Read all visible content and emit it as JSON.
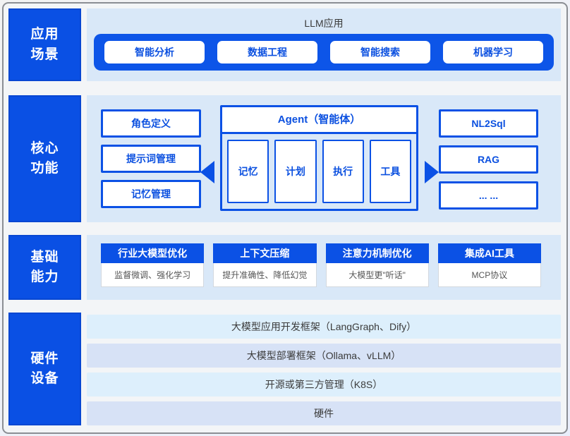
{
  "colors": {
    "accent_blue": "#0b51e5",
    "left_box_fill": "#0a50e4",
    "panel_background": "#d9e8f8",
    "bar_blue": "#0d55e8",
    "stack_bar_light": "#ddeffc",
    "stack_bar_dark": "#d7e2f6",
    "dark_text": "#3b3b3b",
    "gray_text": "#555555"
  },
  "left_column": [
    {
      "label": "应用\n场景"
    },
    {
      "label": "核心\n功能"
    },
    {
      "label": "基础\n能力"
    },
    {
      "label": "硬件\n设备"
    }
  ],
  "row1": {
    "title": "LLM应用",
    "buttons": [
      "智能分析",
      "数据工程",
      "智能搜索",
      "机器学习"
    ]
  },
  "row2": {
    "left_boxes": [
      "角色定义",
      "提示词管理",
      "记忆管理"
    ],
    "agent": {
      "title": "Agent（智能体）",
      "parts": [
        "记忆",
        "计划",
        "执行",
        "工具"
      ]
    },
    "right_boxes": [
      "NL2Sql",
      "RAG",
      "... ..."
    ]
  },
  "row3": {
    "cards": [
      {
        "title": "行业大模型优化",
        "desc": "监督微调、强化学习"
      },
      {
        "title": "上下文压缩",
        "desc": "提升准确性、降低幻觉"
      },
      {
        "title": "注意力机制优化",
        "desc": "大模型更\"听话\""
      },
      {
        "title": "集成AI工具",
        "desc": "MCP协议"
      }
    ]
  },
  "row4": {
    "bars": [
      "大模型应用开发框架（LangGraph、Dify）",
      "大模型部署框架（Ollama、vLLM）",
      "开源或第三方管理（K8S）",
      "硬件"
    ]
  }
}
